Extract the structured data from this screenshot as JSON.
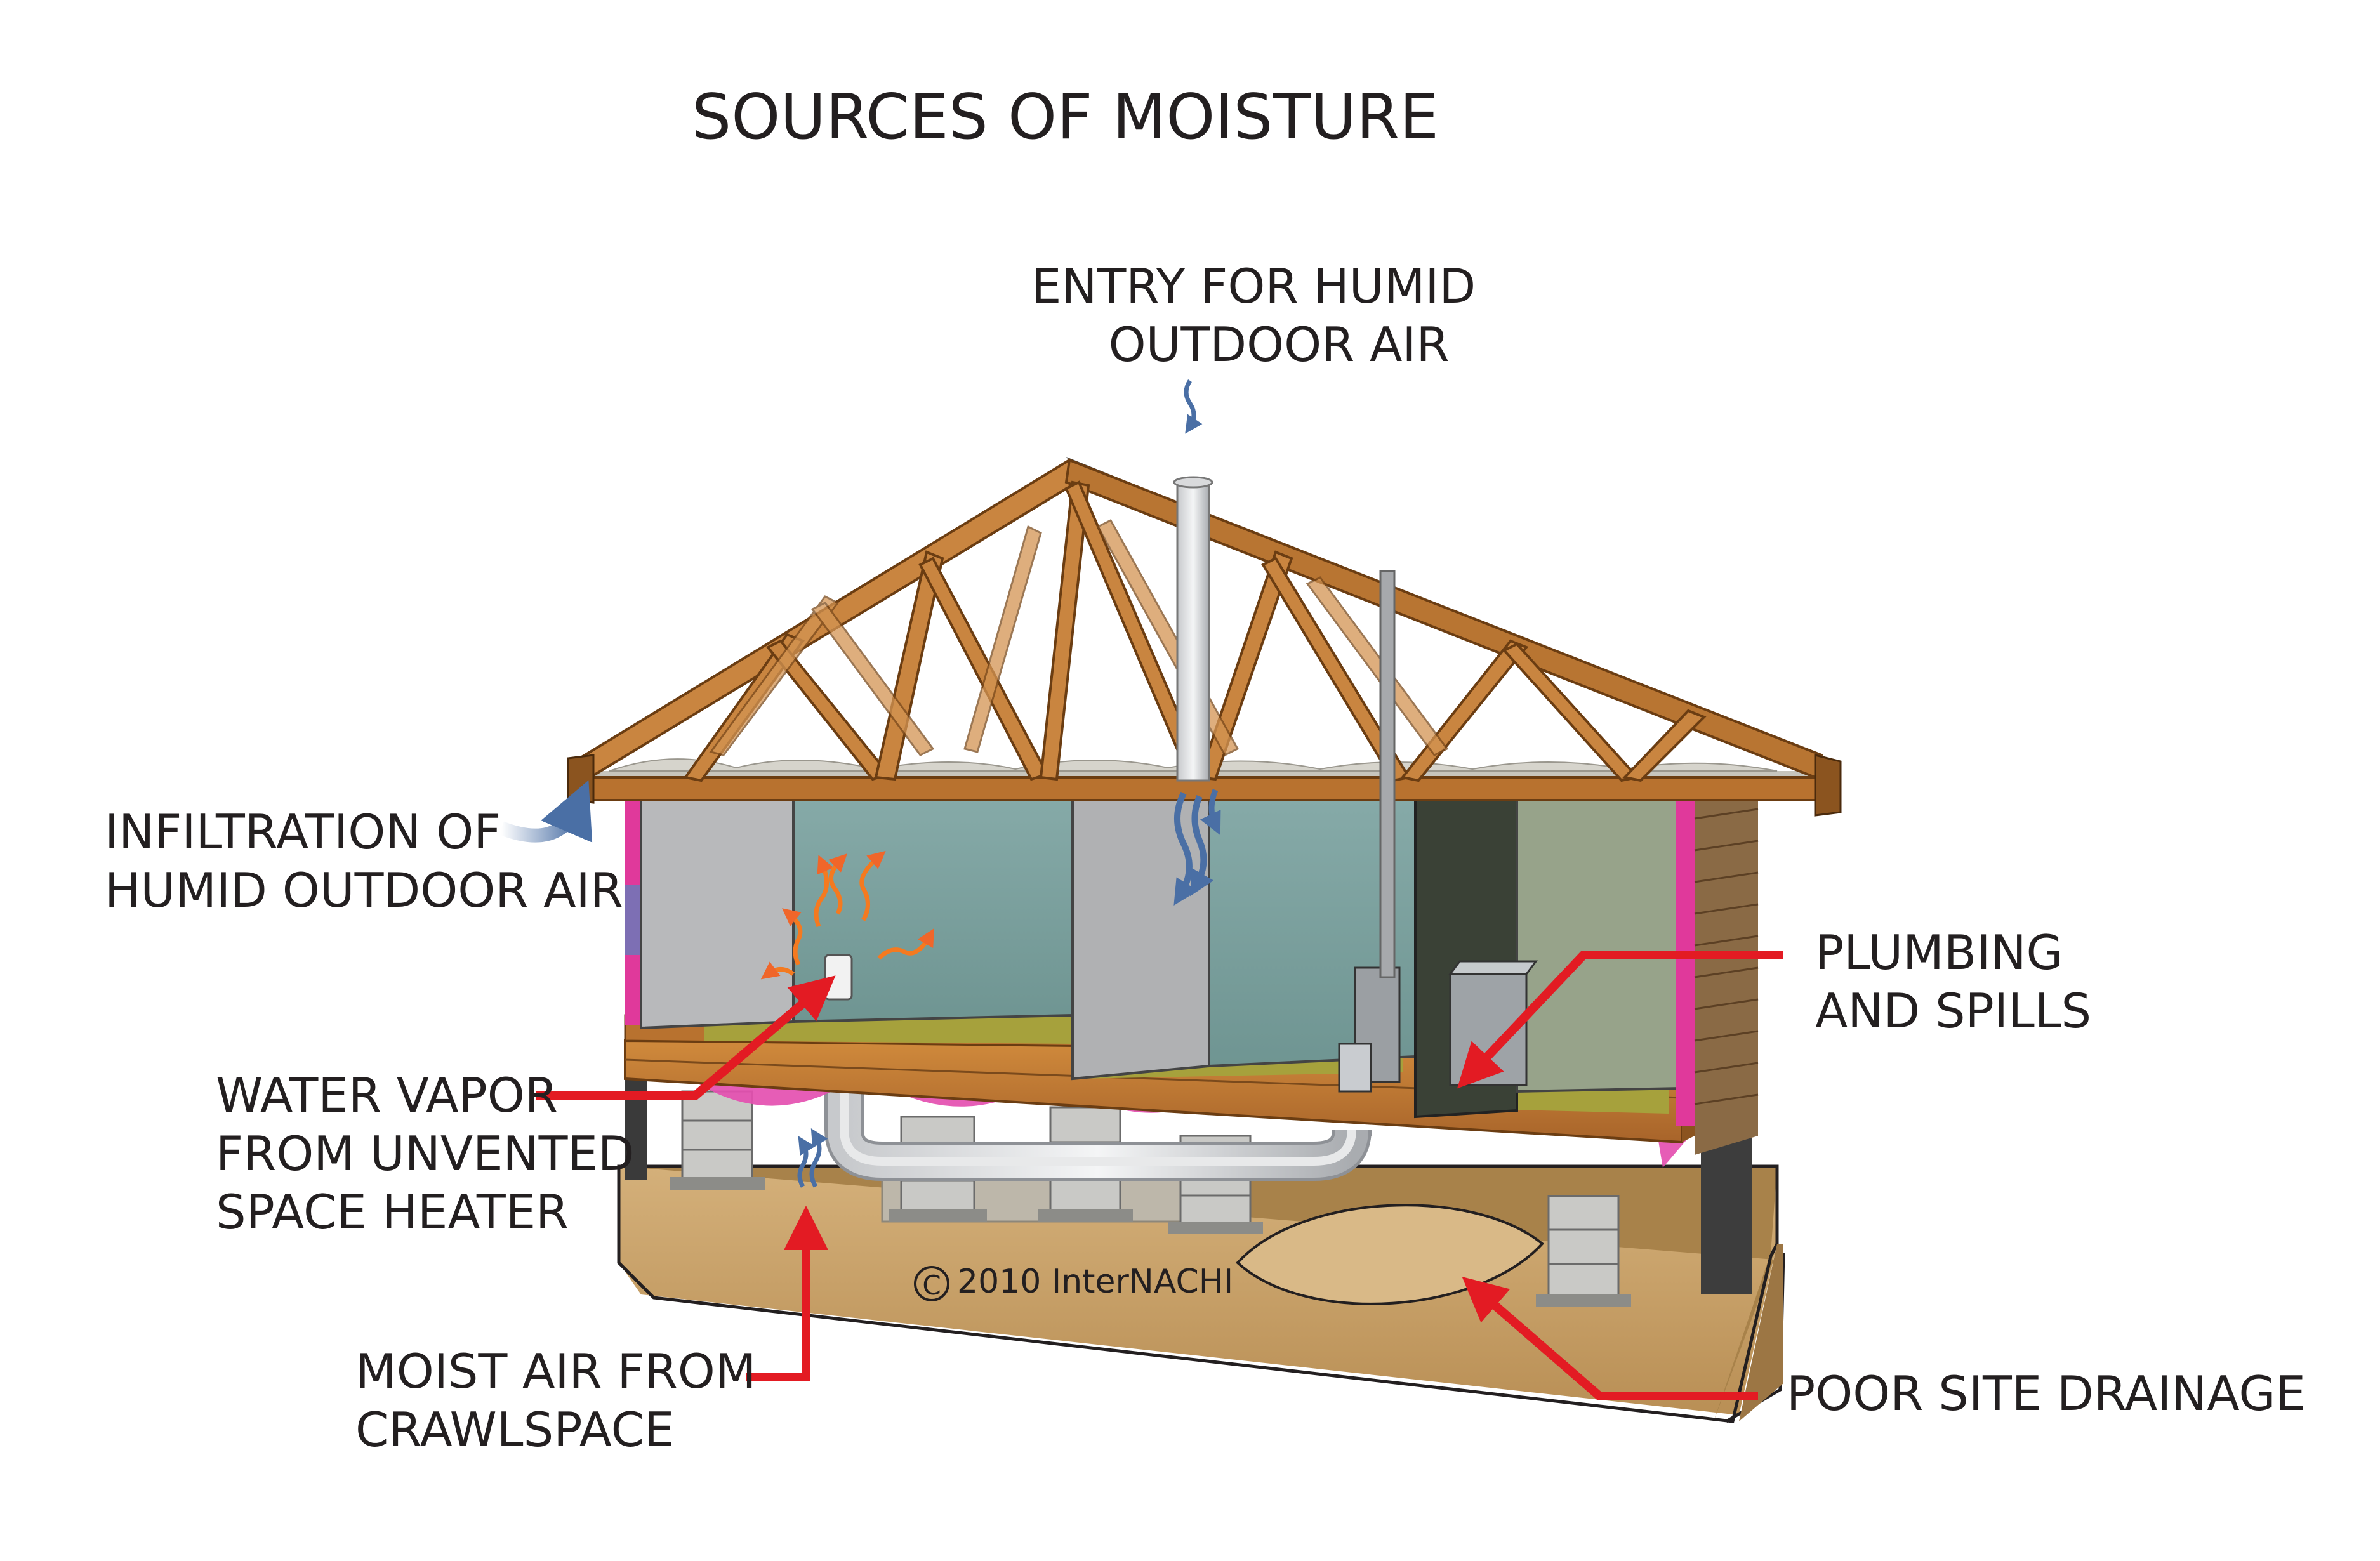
{
  "title": "SOURCES OF MOISTURE",
  "labels": {
    "entry": [
      "ENTRY FOR HUMID",
      "OUTDOOR AIR"
    ],
    "infiltration": [
      "INFILTRATION OF",
      "HUMID OUTDOOR AIR"
    ],
    "water_vapor": [
      "WATER VAPOR",
      "FROM UNVENTED",
      "SPACE HEATER"
    ],
    "moist_air": [
      "MOIST AIR FROM",
      "CRAWLSPACE"
    ],
    "plumbing": [
      "PLUMBING",
      "AND SPILLS"
    ],
    "drainage": [
      "POOR SITE DRAINAGE"
    ]
  },
  "copyright": {
    "symbol": "C",
    "text": "2010  InterNACHI"
  },
  "colors": {
    "pointer_red": "#e31b23",
    "air_blue": "#5a7fb0",
    "heat_orange": "#f47a20",
    "insulation_pink": "#e0399b",
    "lumber": "#c07a32",
    "soil": "#c9a46c"
  }
}
